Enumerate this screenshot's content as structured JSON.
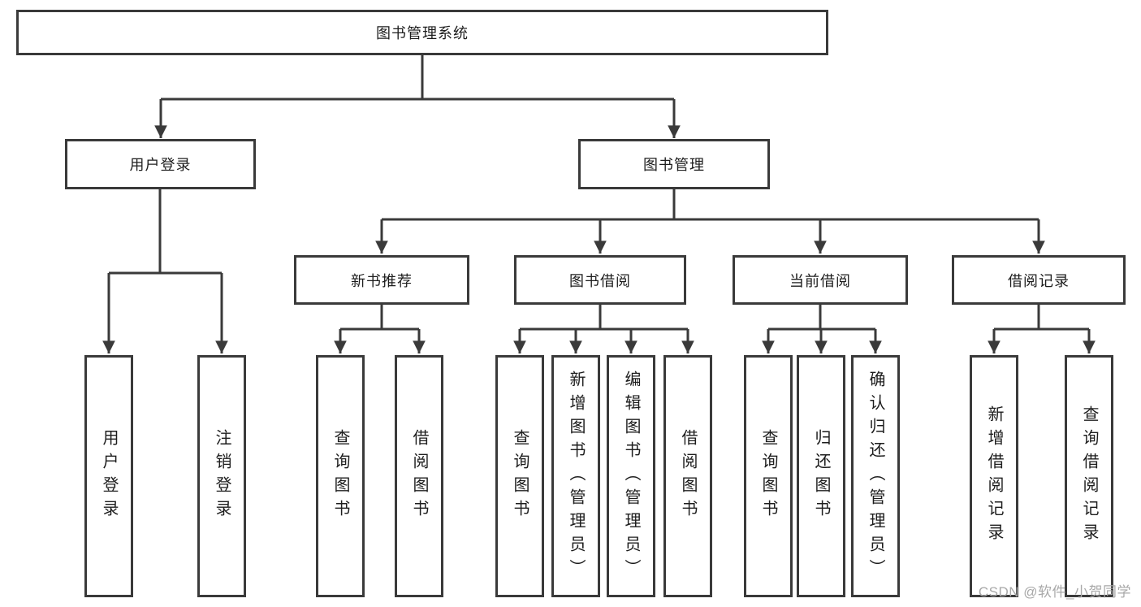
{
  "diagram_title": "图书管理系统",
  "tree": {
    "label": "图书管理系统",
    "children": [
      {
        "label": "用户登录",
        "children": [
          {
            "label": "用户登录"
          },
          {
            "label": "注销登录"
          }
        ]
      },
      {
        "label": "图书管理",
        "children": [
          {
            "label": "新书推荐",
            "children": [
              {
                "label": "查询图书"
              },
              {
                "label": "借阅图书"
              }
            ]
          },
          {
            "label": "图书借阅",
            "children": [
              {
                "label": "查询图书"
              },
              {
                "label": "新增图书（管理员）"
              },
              {
                "label": "编辑图书（管理员）"
              },
              {
                "label": "借阅图书"
              }
            ]
          },
          {
            "label": "当前借阅",
            "children": [
              {
                "label": "查询图书"
              },
              {
                "label": "归还图书"
              },
              {
                "label": "确认归还（管理员）"
              }
            ]
          },
          {
            "label": "借阅记录",
            "children": [
              {
                "label": "新增借阅记录"
              },
              {
                "label": "查询借阅记录"
              }
            ]
          }
        ]
      }
    ]
  },
  "watermark": {
    "text": "CSDN @软件_小贺同学"
  },
  "colors": {
    "line": "#3a3a3a",
    "box_border": "#3a3a3a",
    "text": "#1d1d1d",
    "watermark": "#a8a8a8",
    "background": "#ffffff"
  }
}
